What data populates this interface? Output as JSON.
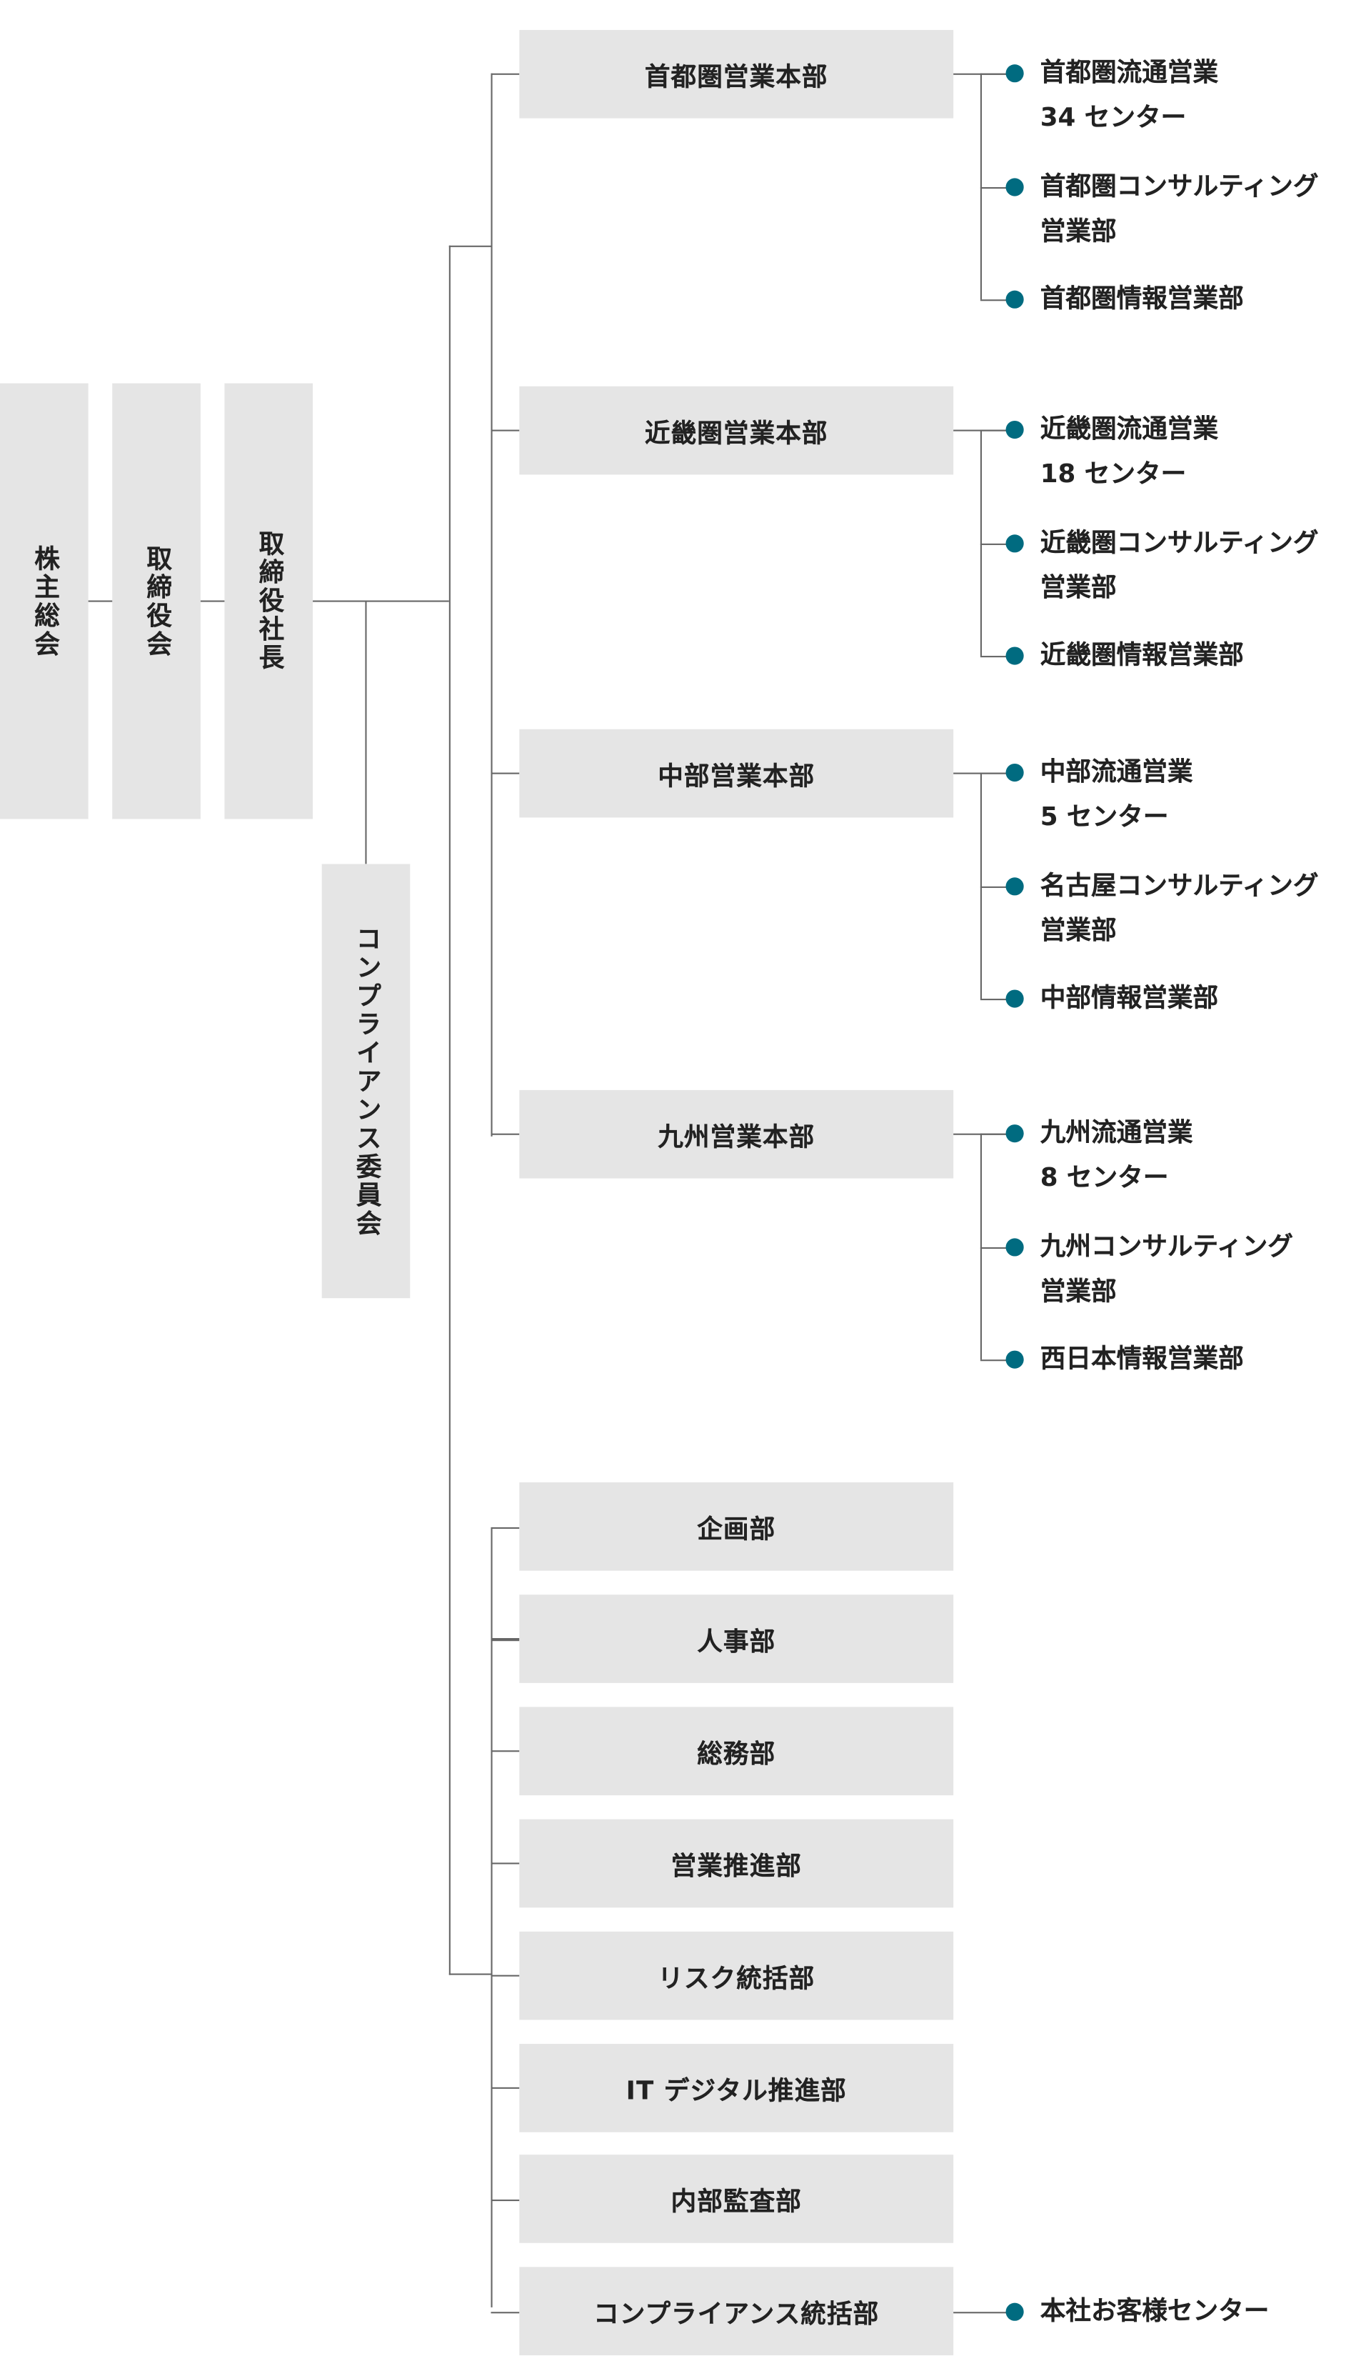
{
  "accent_color": "#006b80",
  "top_chain": [
    "株主総会",
    "取締役会",
    "取締役社長"
  ],
  "committee": "コンプライアンス委員会",
  "sales_divisions": [
    {
      "name": "首都圏営業本部",
      "children": [
        [
          "首都圏流通営業",
          "34 センター"
        ],
        [
          "首都圏コンサルティング",
          "営業部"
        ],
        [
          "首都圏情報営業部"
        ]
      ]
    },
    {
      "name": "近畿圏営業本部",
      "children": [
        [
          "近畿圏流通営業",
          "18 センター"
        ],
        [
          "近畿圏コンサルティング",
          "営業部"
        ],
        [
          "近畿圏情報営業部"
        ]
      ]
    },
    {
      "name": "中部営業本部",
      "children": [
        [
          "中部流通営業",
          "5 センター"
        ],
        [
          "名古屋コンサルティング",
          "営業部"
        ],
        [
          "中部情報営業部"
        ]
      ]
    },
    {
      "name": "九州営業本部",
      "children": [
        [
          "九州流通営業",
          "8 センター"
        ],
        [
          "九州コンサルティング",
          "営業部"
        ],
        [
          "西日本情報営業部"
        ]
      ]
    }
  ],
  "departments": [
    "企画部",
    "人事部",
    "総務部",
    "営業推進部",
    "リスク統括部",
    "IT デジタル推進部",
    "内部監査部",
    "コンプライアンス統括部"
  ],
  "compliance_child": "本社お客様センター"
}
